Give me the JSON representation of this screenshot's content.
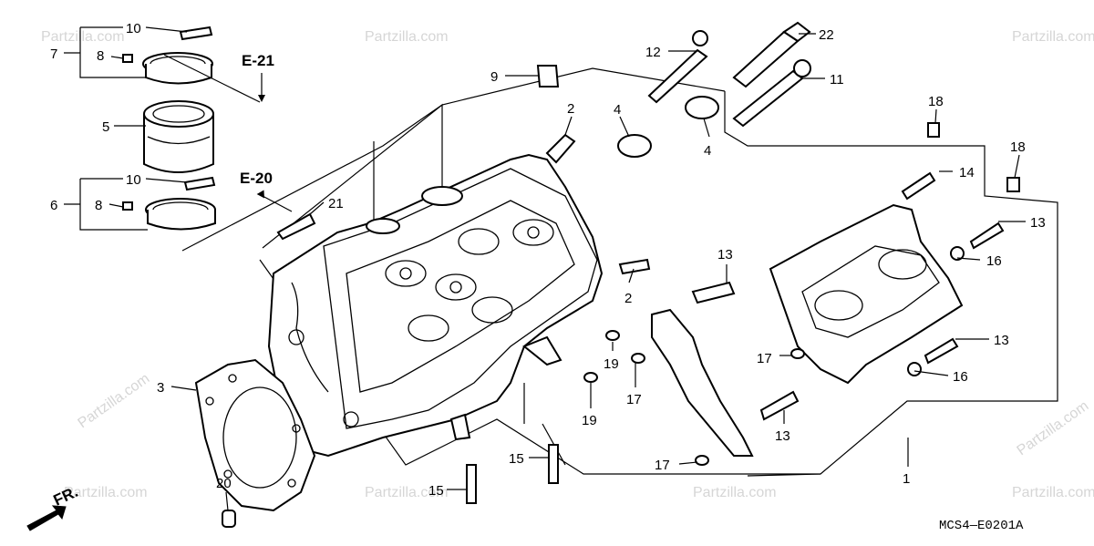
{
  "diagram": {
    "code": "MCS4—E0201A",
    "front_label": "FR.",
    "refs": [
      "E-21",
      "E-20"
    ],
    "watermarks": [
      "Partzilla.com",
      "Partzilla.com",
      "Partzilla.com",
      "Partzilla.com",
      "Partzilla.com",
      "Partzilla.com",
      "Partzilla.com",
      "Partzilla.com",
      "Partzilla.com"
    ],
    "callouts": [
      "10",
      "7",
      "8",
      "5",
      "10",
      "6",
      "8",
      "21",
      "9",
      "12",
      "22",
      "11",
      "2",
      "4",
      "4",
      "18",
      "18",
      "14",
      "13",
      "16",
      "13",
      "13",
      "16",
      "2",
      "19",
      "19",
      "17",
      "17",
      "13",
      "17",
      "3",
      "20",
      "15",
      "15",
      "1"
    ]
  }
}
